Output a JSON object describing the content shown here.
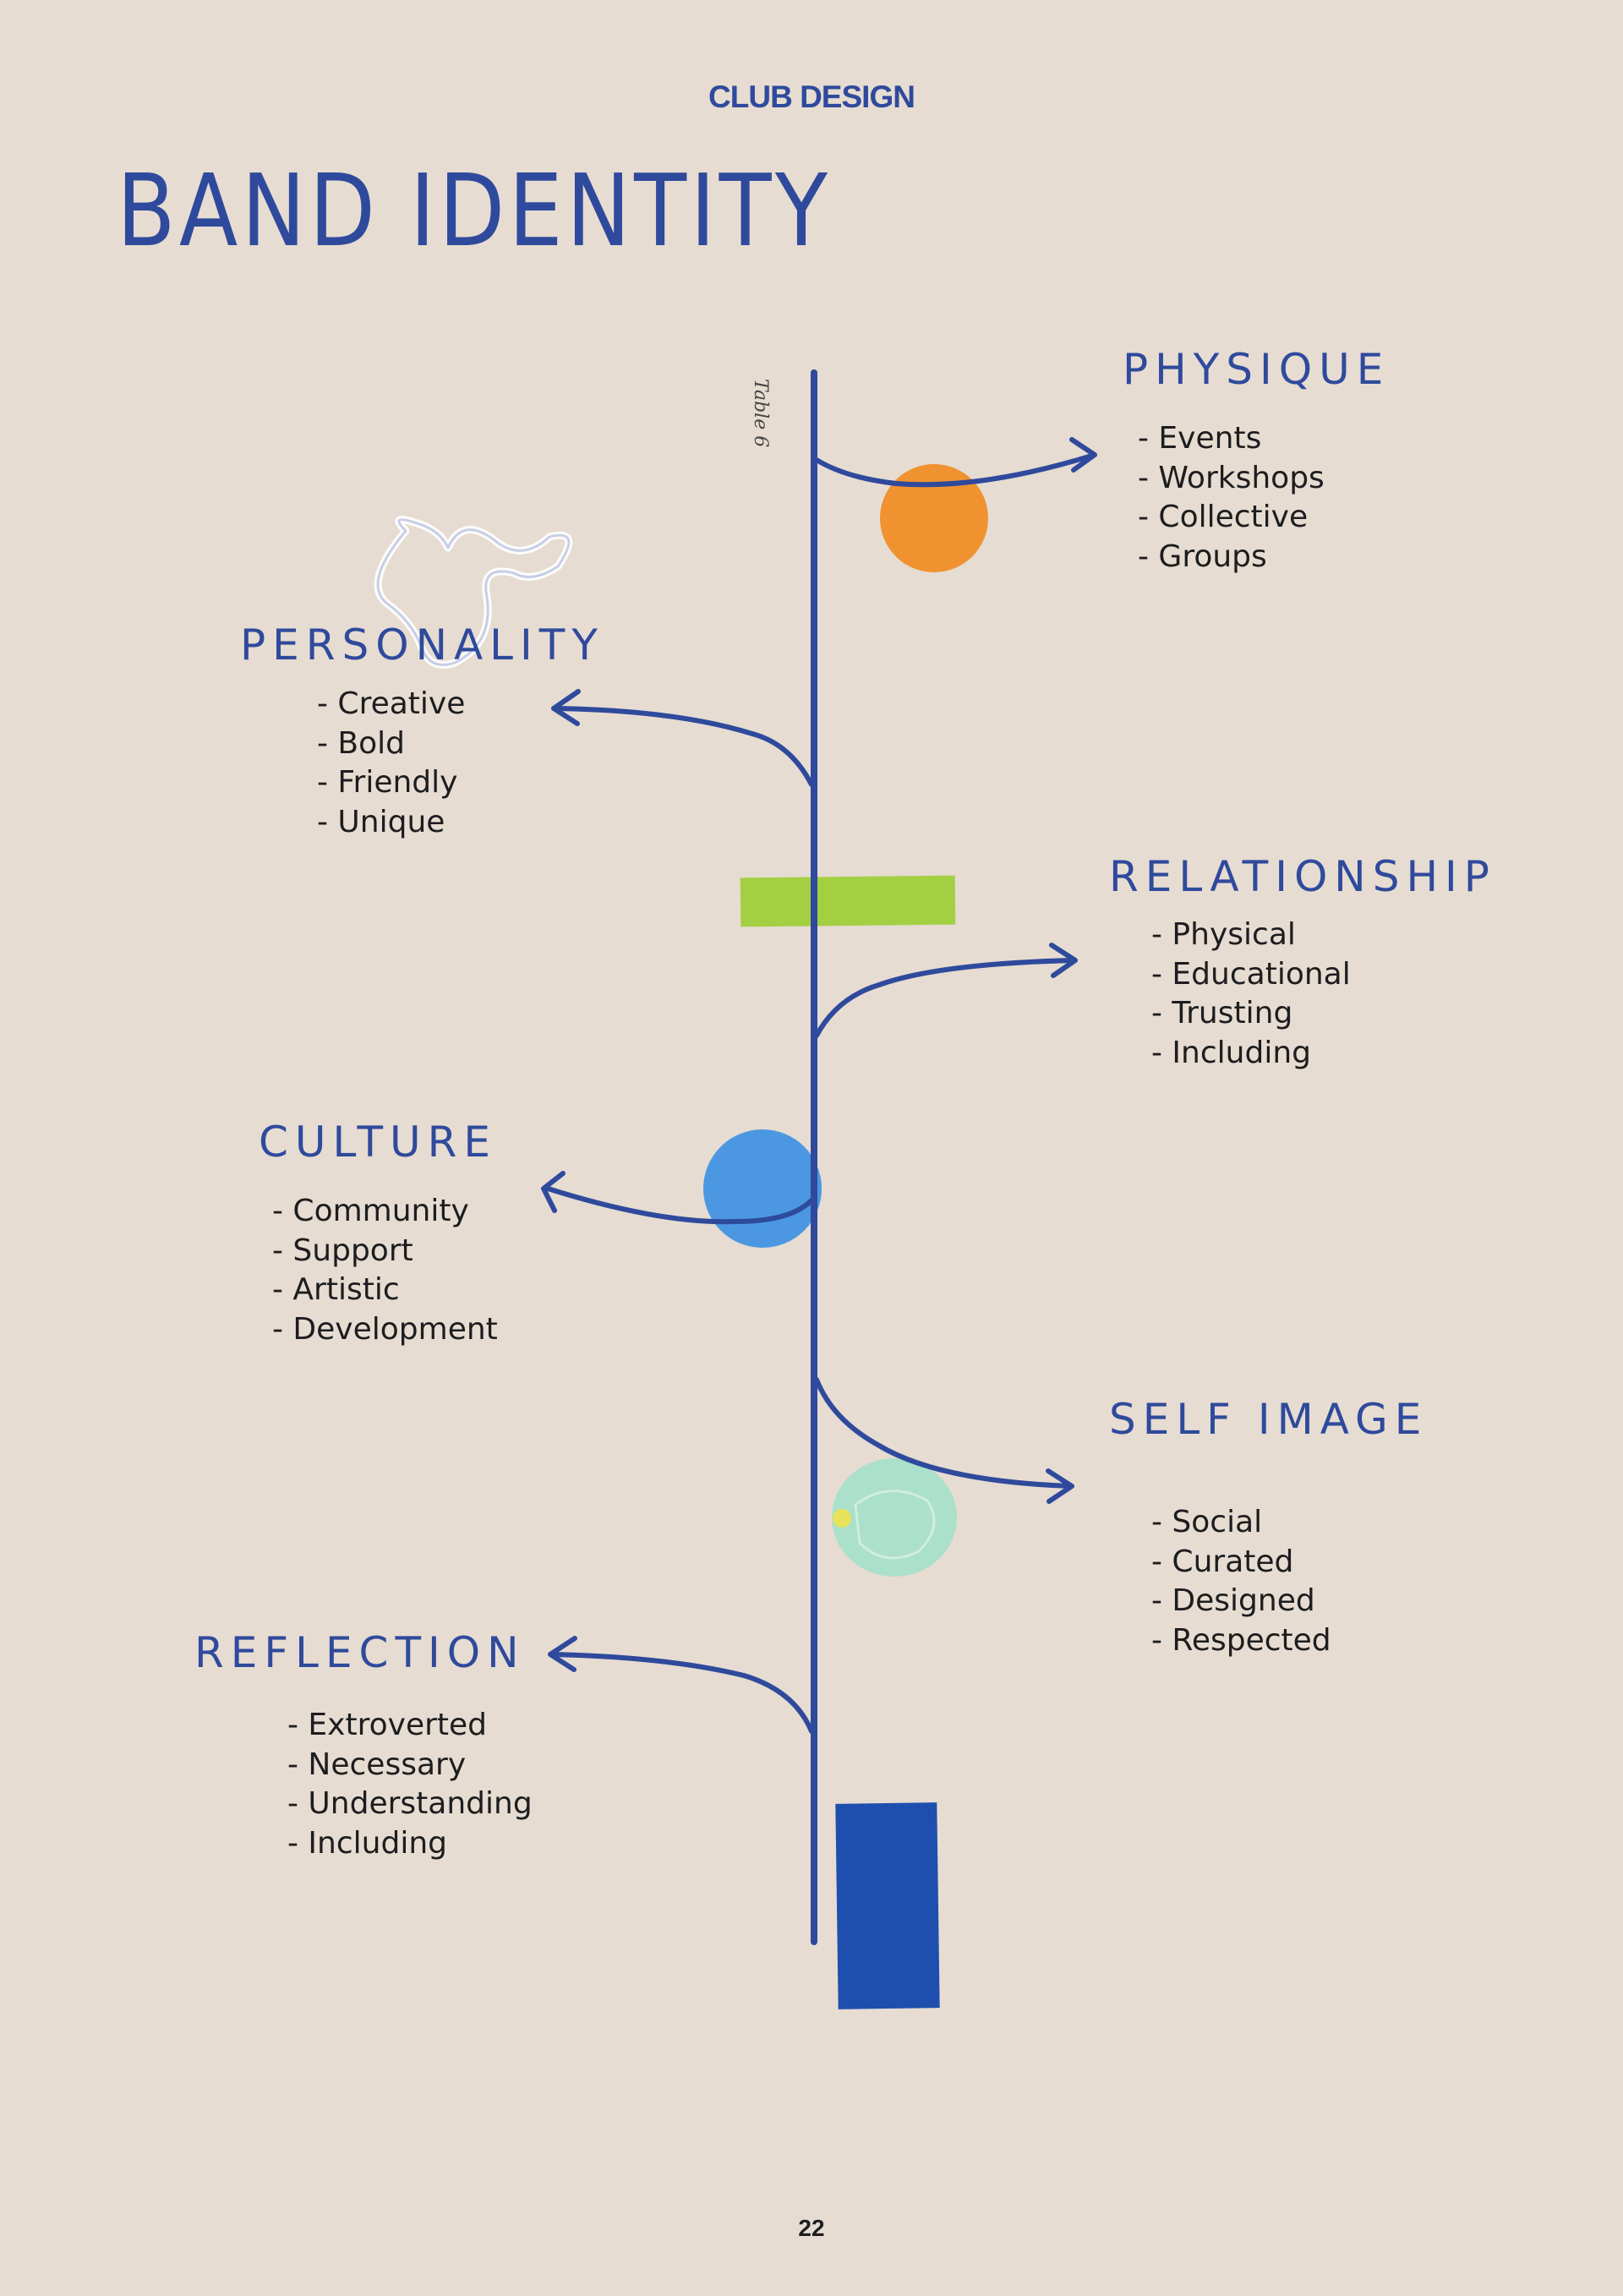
{
  "header": "CLUB DESIGN",
  "title": "BAND IDENTITY",
  "side_note": "Table 6",
  "page_number": "22",
  "colors": {
    "ink": "#2f4a9c",
    "orange": "#f0922f",
    "green": "#9fcf3b",
    "light_blue": "#4b97e2",
    "mint": "#a6e0c9",
    "dark_blue": "#1f4fae"
  },
  "branches": [
    {
      "id": "physique",
      "label": "PHYSIQUE",
      "items": [
        "- Events",
        "- Workshops",
        "- Collective",
        "- Groups"
      ]
    },
    {
      "id": "personality",
      "label": "PERSONALITY",
      "items": [
        "- Creative",
        "- Bold",
        "- Friendly",
        "- Unique"
      ]
    },
    {
      "id": "relationship",
      "label": "RELATIONSHIP",
      "items": [
        "- Physical",
        "- Educational",
        "- Trusting",
        "- Including"
      ]
    },
    {
      "id": "culture",
      "label": "CULTURE",
      "items": [
        "- Community",
        "- Support",
        "- Artistic",
        "- Development"
      ]
    },
    {
      "id": "self-image",
      "label": "SELF IMAGE",
      "items": [
        "- Social",
        "- Curated",
        "- Designed",
        "- Respected"
      ]
    },
    {
      "id": "reflection",
      "label": "REFLECTION",
      "items": [
        "- Extroverted",
        "- Necessary",
        "- Understanding",
        "- Including"
      ]
    }
  ]
}
